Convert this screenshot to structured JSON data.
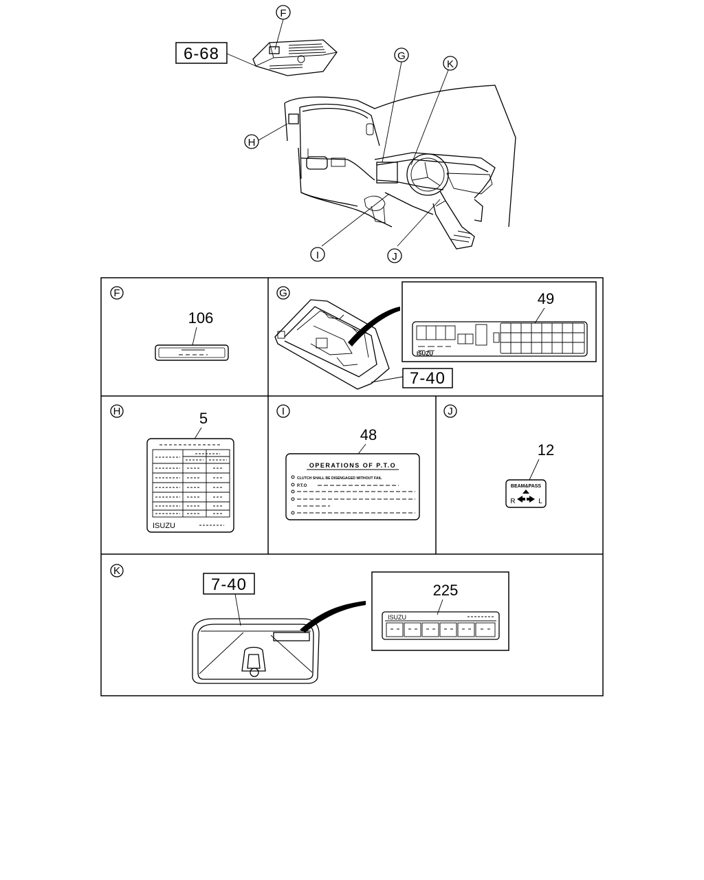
{
  "overview": {
    "callouts": {
      "F": "F",
      "G": "G",
      "H": "H",
      "I": "I",
      "J": "J",
      "K": "K"
    },
    "ref_top": "6-68"
  },
  "panels": {
    "F": {
      "letter": "F",
      "part_number": "106"
    },
    "G": {
      "letter": "G",
      "part_number": "49",
      "ref": "7-40",
      "brand": "ISUZU"
    },
    "H": {
      "letter": "H",
      "part_number": "5",
      "brand": "ISUZU"
    },
    "I": {
      "letter": "I",
      "part_number": "48",
      "title": "OPERATIONS OF P.T.O",
      "line1": "CLUTCH SHALL BE DISENGAGED WITHOUT FAIL",
      "line2": "P.T.O"
    },
    "J": {
      "letter": "J",
      "part_number": "12",
      "label_top": "BEAM&PASS",
      "label_r": "R",
      "label_l": "L"
    },
    "K": {
      "letter": "K",
      "part_number": "225",
      "ref": "7-40",
      "brand": "ISUZU"
    }
  }
}
